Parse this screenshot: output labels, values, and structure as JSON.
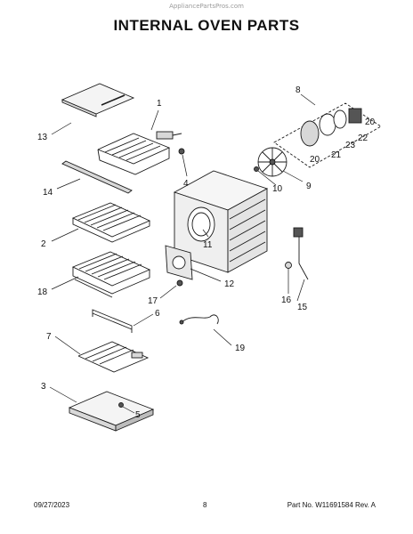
{
  "watermark": "AppliancePartsPros.com",
  "title": "INTERNAL OVEN PARTS",
  "callouts": {
    "c1": "1",
    "c2": "2",
    "c3": "3",
    "c4": "4",
    "c5": "5",
    "c6": "6",
    "c7": "7",
    "c8": "8",
    "c9": "9",
    "c10": "10",
    "c11": "11",
    "c12": "12",
    "c13": "13",
    "c14": "14",
    "c15": "15",
    "c16": "16",
    "c17": "17",
    "c18": "18",
    "c19": "19",
    "c20a": "20",
    "c20b": "20",
    "c21": "21",
    "c22": "22",
    "c23": "23"
  },
  "footer": {
    "date": "09/27/2023",
    "page": "8",
    "part_no": "Part No. W11691584  Rev. A"
  },
  "colors": {
    "line": "#1a1a1a",
    "fill_light": "#d8d8d8",
    "fill_dark": "#555555"
  }
}
